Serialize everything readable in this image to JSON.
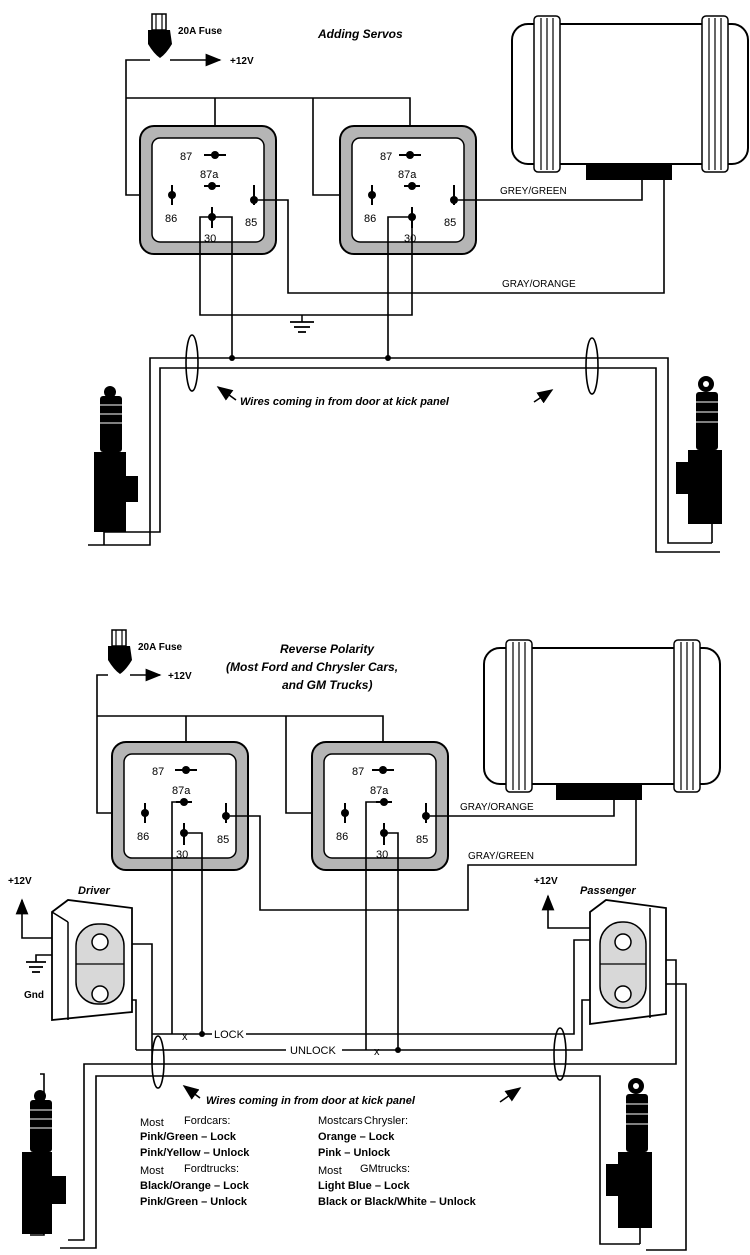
{
  "diagram1": {
    "title": "Adding Servos",
    "fuse": "20A Fuse",
    "supply": "+12V",
    "pins": {
      "p87": "87",
      "p87a": "87a",
      "p86": "86",
      "p85": "85",
      "p30": "30"
    },
    "wire_top": "GREY/GREEN",
    "wire_bottom": "GRAY/ORANGE",
    "note": "Wires coming in from door at kick panel"
  },
  "diagram2": {
    "title_line1": "Reverse Polarity",
    "title_line2": "(Most Ford and Chrysler Cars,",
    "title_line3": "and GM Trucks)",
    "fuse": "20A Fuse",
    "supply": "+12V",
    "pins": {
      "p87": "87",
      "p87a": "87a",
      "p86": "86",
      "p85": "85",
      "p30": "30"
    },
    "wire_top": "GRAY/ORANGE",
    "wire_bottom": "GRAY/GREEN",
    "driver": "Driver",
    "passenger": "Passenger",
    "driver_supply": "+12V",
    "passenger_supply": "+12V",
    "gnd": "Gnd",
    "lock": "LOCK",
    "unlock": "UNLOCK",
    "cut": "x",
    "note": "Wires coming in from door at kick panel",
    "legend_left": {
      "ford_cars_most": "Most",
      "ford_cars_head": "Fordcars:",
      "ford_cars_lock": "Pink/Green – Lock",
      "ford_cars_unlock": "Pink/Yellow – Unlock",
      "ford_trucks_most": "Most",
      "ford_trucks_head": "Fordtrucks:",
      "ford_trucks_lock": "Black/Orange – Lock",
      "ford_trucks_unlock": "Pink/Green – Unlock"
    },
    "legend_right": {
      "chrysler_most": "Mostcars",
      "chrysler_head": "Chrysler:",
      "chrysler_lock": "Orange – Lock",
      "chrysler_unlock": "Pink – Unlock",
      "gm_most": "Most",
      "gm_head": "GMtrucks:",
      "gm_lock": "Light Blue – Lock",
      "gm_unlock": "Black or Black/White – Unlock"
    }
  }
}
